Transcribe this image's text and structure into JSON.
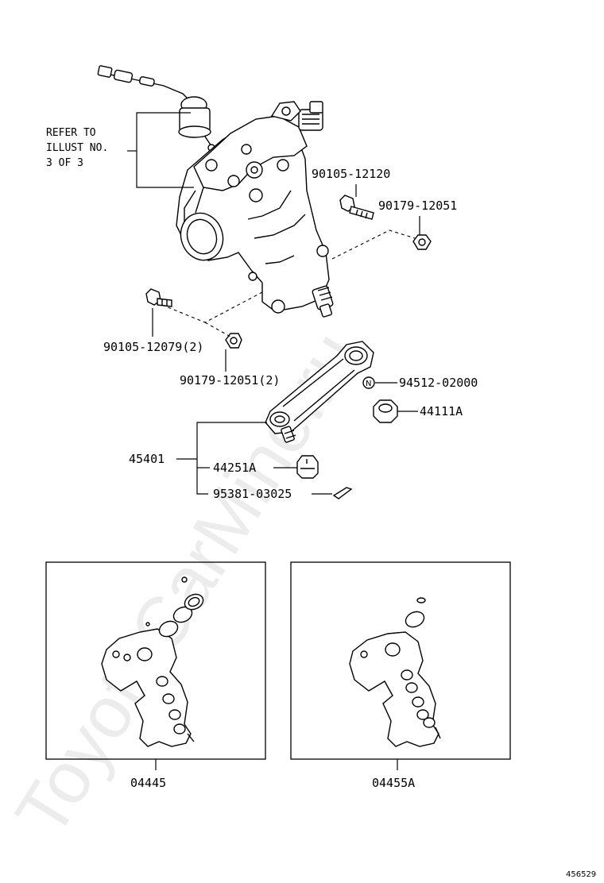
{
  "watermark": "ToyotaCarMine.ru",
  "refer_note": {
    "line1": "REFER TO",
    "line2": "ILLUST NO.",
    "line3": "3 OF 3"
  },
  "labels": {
    "bolt_upper": "90105-12120",
    "nut_upper": "90179-12051",
    "bolt_lower": "90105-12079(2)",
    "nut_lower": "90179-12051(2)",
    "washer": "94512-02000",
    "nut_arm": "44111A",
    "arm_assy": "45401",
    "ball_joint_nut": "44251A",
    "cotter_pin": "95381-03025",
    "kit_left": "04445",
    "kit_right": "04455A"
  },
  "washer_symbol": "N",
  "figure_id": "456529"
}
